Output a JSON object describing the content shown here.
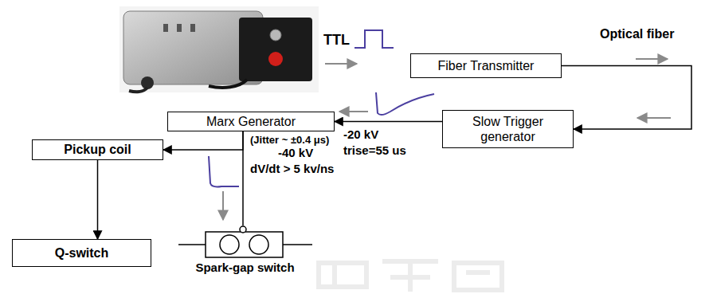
{
  "diagram": {
    "nodes": [
      {
        "text": [
          "Fiber Transmitter"
        ]
      },
      {
        "text": [
          "Slow Trigger generator"
        ]
      },
      {
        "text": [
          "Marx Generator"
        ]
      },
      {
        "text": [
          "Pickup coil"
        ]
      },
      {
        "text": [
          "Q-switch"
        ]
      },
      {
        "text": [
          "Spark-gap switch"
        ]
      }
    ],
    "edges": [
      {
        "from": 0,
        "to": 1,
        "arrow": "to",
        "label": "Optical fiber"
      },
      {
        "from": 1,
        "to": 2,
        "arrow": "to"
      },
      {
        "from": 2,
        "to": 3,
        "arrow": "to"
      },
      {
        "from": 3,
        "to": 4,
        "arrow": "to"
      },
      {
        "from": 2,
        "to": 5,
        "arrow": "none"
      }
    ],
    "labels": [
      "TTL",
      "-20 kV",
      "trise=55 us",
      "(Jitter ~ ±0.4 μs)",
      "-40 kV",
      "dV/dt > 5 kv/ns"
    ]
  }
}
